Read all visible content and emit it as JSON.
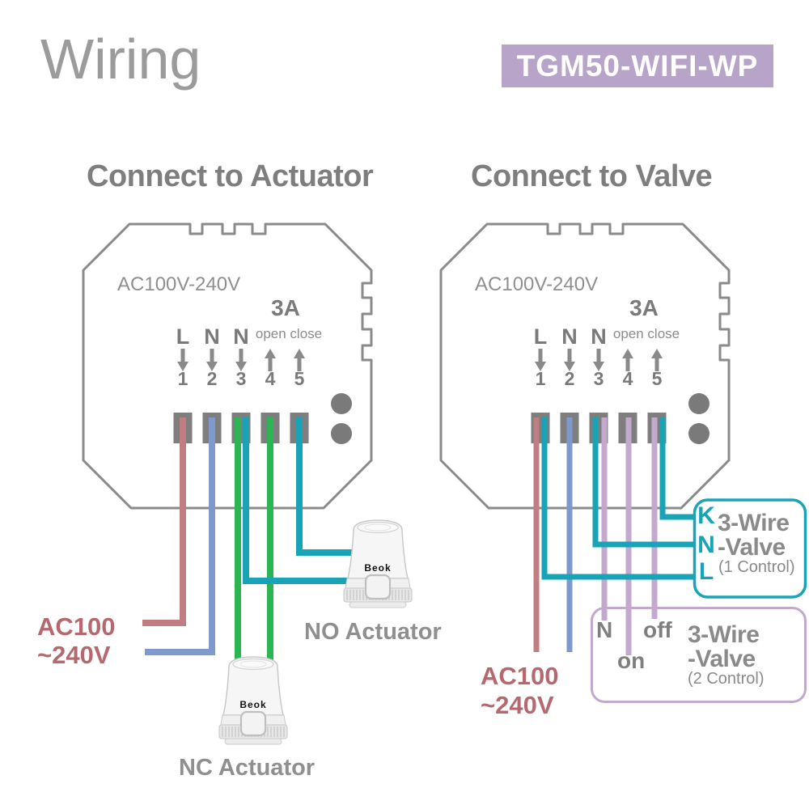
{
  "page": {
    "title": "Wiring",
    "model": "TGM50-WIFI-WP"
  },
  "sections": {
    "left_heading": "Connect to Actuator",
    "right_heading": "Connect to Valve"
  },
  "device": {
    "voltage_range": "AC100V-240V",
    "max_current": "3A",
    "input_terminals": [
      "L",
      "N",
      "N"
    ],
    "output_labels": "open close",
    "terminal_numbers": [
      "1",
      "2",
      "3",
      "4",
      "5"
    ]
  },
  "power_supply": {
    "line1": "AC100",
    "line2": "~240V"
  },
  "actuators": {
    "brand": "Beok",
    "no_label": "NO Actuator",
    "nc_label": "NC Actuator"
  },
  "valve_1control": {
    "terminals": [
      "K",
      "N",
      "L"
    ],
    "name_line1": "3-Wire",
    "name_line2": "-Valve",
    "control_note": "(1 Control)"
  },
  "valve_2control": {
    "terminal_n": "N",
    "off_label": "off",
    "on_label": "on",
    "name_line1": "3-Wire",
    "name_line2": "-Valve",
    "control_note": "(2 Control)"
  },
  "colors": {
    "badge_background": "#b7a4c8",
    "device_outline": "#8a8a8a",
    "terminal_block": "#7e7e7e",
    "live_wire_rose": "#c07e82",
    "neutral_wire_blue": "#7e9acc",
    "actuator_wire_green": "#2cb553",
    "valve_wire_teal": "#18a4b6",
    "valve_wire_mauve": "#c4a9ce",
    "power_label_text": "#b5696e"
  }
}
